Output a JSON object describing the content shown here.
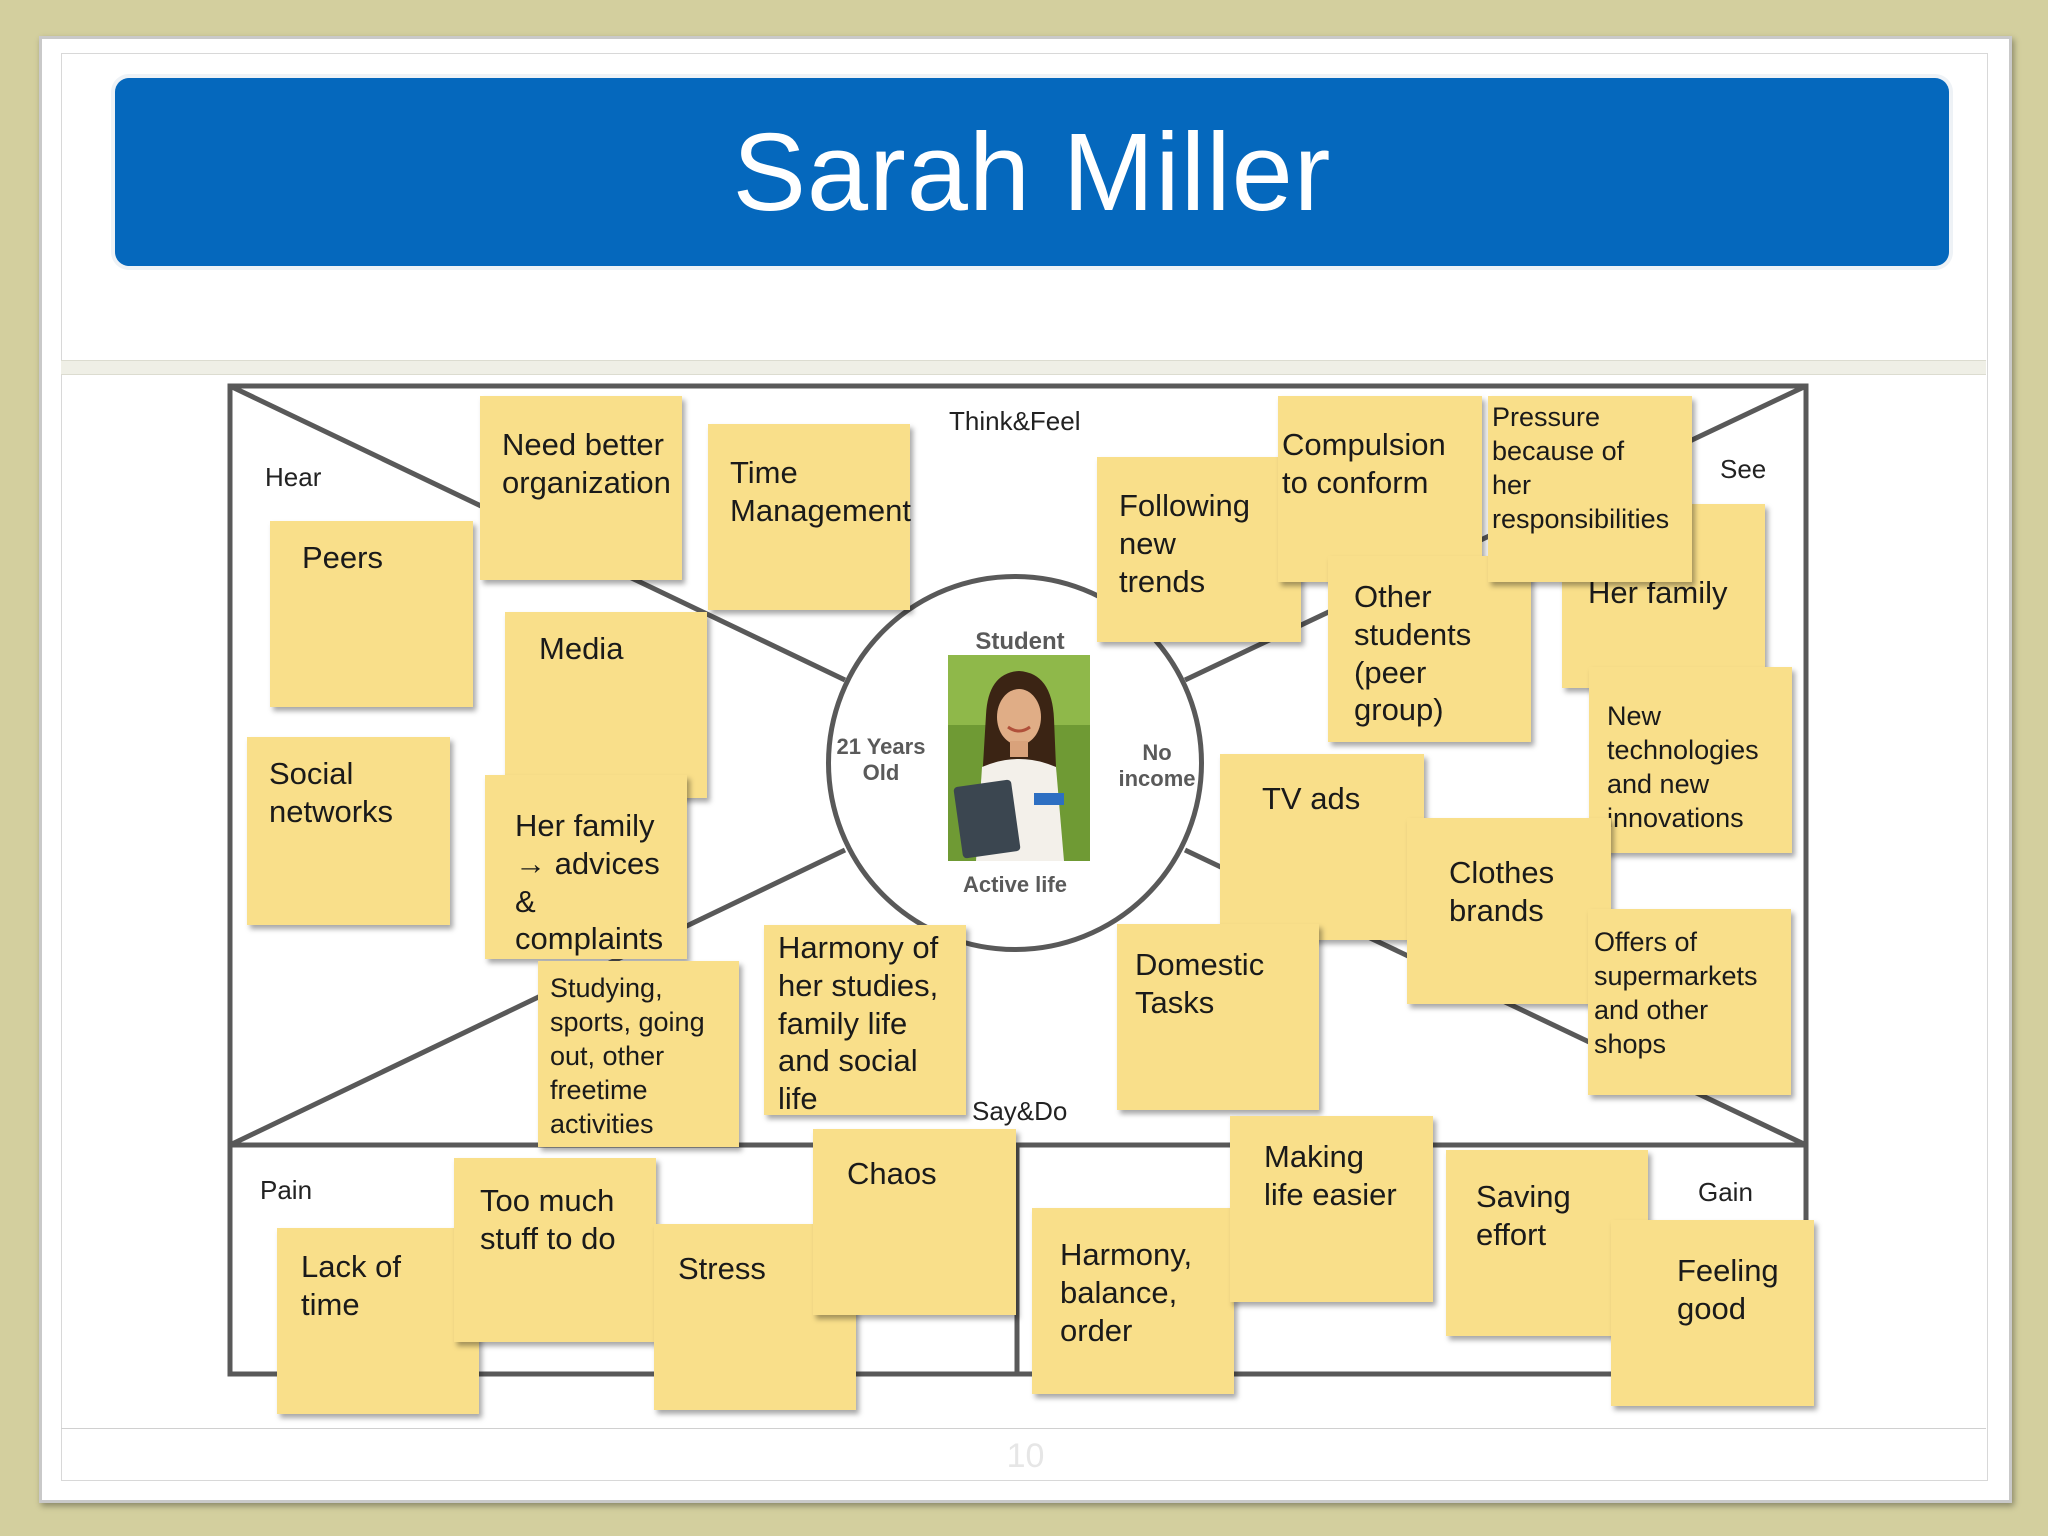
{
  "title": "Sarah Miller",
  "page_number": "10",
  "quadrants": {
    "think_feel": "Think&Feel",
    "hear": "Hear",
    "see": "See",
    "say_do": "Say&Do",
    "pain": "Pain",
    "gain": "Gain"
  },
  "center": {
    "role": "Student",
    "age": "21 Years\nOld",
    "income": "No\nincome",
    "lifestyle": "Active life",
    "photo": "woman-with-tablet-photo"
  },
  "notes": {
    "peers": "Peers",
    "need_organization": "Need better\norganization",
    "time_management": "Time\nManagement",
    "media": "Media",
    "social_networks": "Social\nnetworks",
    "family_advices": "Her family\n→ advices\n&\ncomplaints",
    "studying": "Studying,\nsports, going\nout, other\nfreetime\nactivities",
    "harmony_studies": "Harmony of\nher studies,\nfamily life\nand social\nlife",
    "following_trends": "Following\nnew\ntrends",
    "compulsion": "Compulsion\nto conform",
    "pressure": "Pressure\nbecause of\nher\nresponsibilities",
    "other_students": "Other\nstudents\n(peer\ngroup)",
    "her_family_see": "Her family",
    "new_technologies": "New\ntechnologies\nand new\ninnovations",
    "tv_ads": "TV ads",
    "clothes_brands": "Clothes\nbrands",
    "offers": "Offers of\nsupermarkets\nand other\nshops",
    "domestic_tasks": "Domestic\nTasks",
    "lack_of_time": "Lack of\ntime",
    "too_much": "Too much\nstuff to do",
    "stress": "Stress",
    "chaos": "Chaos",
    "harmony_balance": "Harmony,\nbalance,\norder",
    "making_easier": "Making\nlife easier",
    "saving_effort": "Saving\neffort",
    "feeling_good": "Feeling\ngood"
  },
  "colors": {
    "title_bar": "#0568bd",
    "sticky_note": "#f9df8a",
    "background": "#d3cf9e"
  }
}
